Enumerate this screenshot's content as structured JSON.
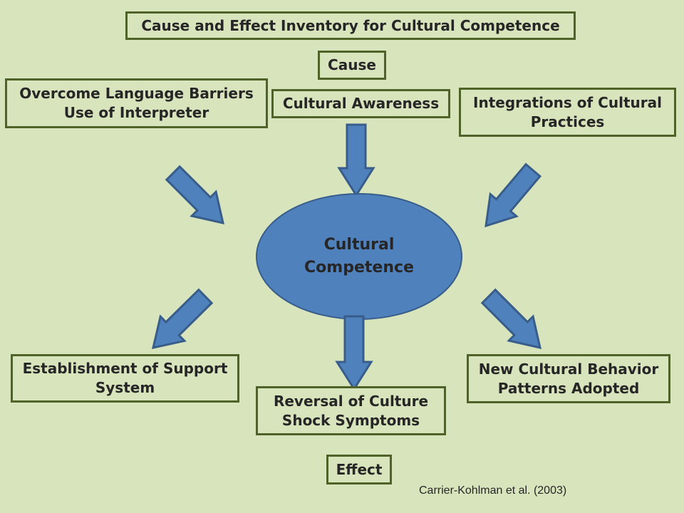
{
  "title": "Cause and Effect Inventory for Cultural Competence",
  "cause_label": "Cause",
  "effect_label": "Effect",
  "center": {
    "line1": "Cultural",
    "line2": "Competence"
  },
  "causes": {
    "left": {
      "line1": "Overcome Language Barriers",
      "line2": "Use of Interpreter"
    },
    "middle": {
      "line1": "Cultural Awareness"
    },
    "right": {
      "line1": "Integrations of Cultural",
      "line2": "Practices"
    }
  },
  "effects": {
    "left": {
      "line1": "Establishment of Support",
      "line2": "System"
    },
    "middle": {
      "line1": "Reversal of Culture",
      "line2": "Shock Symptoms"
    },
    "right": {
      "line1": "New Cultural Behavior",
      "line2": "Patterns Adopted"
    }
  },
  "citation": "Carrier-Kohlman et al. (2003)",
  "colors": {
    "background": "#d8e4bc",
    "box_border": "#4f6228",
    "arrow_fill": "#4f81bd",
    "arrow_stroke": "#385d8a"
  }
}
